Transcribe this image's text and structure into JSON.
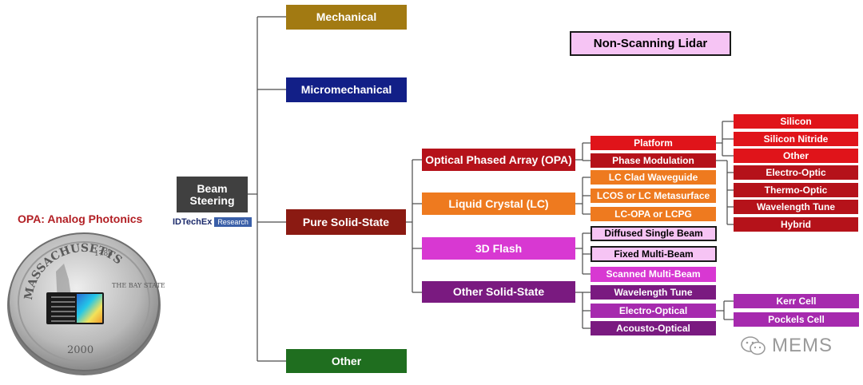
{
  "title": "Non-Scanning Lidar",
  "caption": "OPA: Analog Photonics",
  "brand": {
    "name": "IDTechEx",
    "tag": "Research"
  },
  "watermark": "MEMS",
  "coin": {
    "top": "MASSACHUSETTS",
    "year": "1788",
    "bay": "THE BAY STATE",
    "bottom": "2000"
  },
  "colors": {
    "root": "#404040",
    "mechanical": "#a27a12",
    "micromechanical": "#121f87",
    "pure_solid_state": "#8b1a12",
    "other": "#1f6e1f",
    "red": "#e0141a",
    "dark_red": "#b5121a",
    "orange": "#ee7a1f",
    "magenta": "#d838d2",
    "purple": "#7a1a80",
    "violet": "#a62aae",
    "title_bg": "#f6c4f4"
  },
  "nodes": {
    "root": "Beam Steering",
    "mechanical": "Mechanical",
    "micromechanical": "Micromechanical",
    "pure_solid_state": "Pure Solid-State",
    "other": "Other",
    "opa": "Optical Phased Array (OPA)",
    "lc": "Liquid Crystal (LC)",
    "flash3d": "3D Flash",
    "other_ss": "Other Solid-State",
    "platform": "Platform",
    "phase_mod": "Phase Modulation",
    "lc_clad": "LC Clad Waveguide",
    "lcos": "LCOS or LC Metasurface",
    "lc_opa": "LC-OPA or LCPG",
    "diffused": "Diffused Single Beam",
    "fixed_multi": "Fixed Multi-Beam",
    "scanned_multi": "Scanned Multi-Beam",
    "wavelength_tune_a": "Wavelength Tune",
    "electro_optical": "Electro-Optical",
    "acousto": "Acousto-Optical",
    "silicon": "Silicon",
    "silicon_nitride": "Silicon Nitride",
    "plat_other": "Other",
    "electro_optic": "Electro-Optic",
    "thermo_optic": "Thermo-Optic",
    "wavelength_tune_b": "Wavelength Tune",
    "hybrid": "Hybrid",
    "kerr": "Kerr Cell",
    "pockels": "Pockels Cell"
  }
}
